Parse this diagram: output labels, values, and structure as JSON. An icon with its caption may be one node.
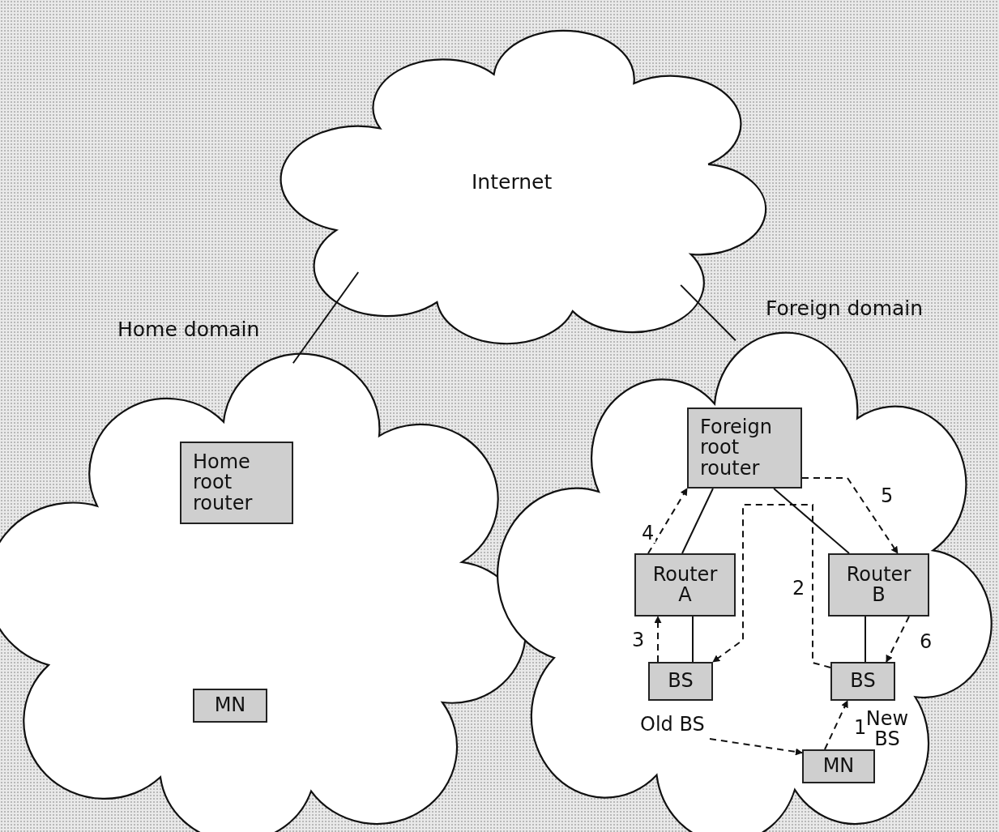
{
  "diagram": {
    "nodes": [
      {
        "text": [
          "Internet"
        ]
      },
      {
        "text": [
          "Home domain"
        ]
      },
      {
        "text": [
          "Home root router"
        ],
        "in": 1
      },
      {
        "text": [
          "MN"
        ],
        "in": 1
      },
      {
        "text": [
          "Foreign domain"
        ]
      },
      {
        "text": [
          "Foreign root router"
        ],
        "in": 4
      },
      {
        "text": [
          "Router A"
        ],
        "in": 4
      },
      {
        "text": [
          "Router B"
        ],
        "in": 4
      },
      {
        "text": [
          "BS"
        ],
        "in": 4
      },
      {
        "text": [
          "BS"
        ],
        "in": 4,
        "beside": [
          "New BS"
        ]
      },
      {
        "text": [
          "MN"
        ],
        "in": 4
      },
      {
        "text": [
          "Old BS"
        ],
        "in": 4
      }
    ],
    "edges": [
      {
        "from": 0,
        "to": 1,
        "arrow": "none"
      },
      {
        "from": 0,
        "to": 4,
        "arrow": "none"
      },
      {
        "from": 5,
        "to": 6,
        "arrow": "none"
      },
      {
        "from": 5,
        "to": 7,
        "arrow": "none"
      },
      {
        "from": 6,
        "to": 8,
        "arrow": "none"
      },
      {
        "from": 7,
        "to": 9,
        "arrow": "none"
      },
      {
        "from": 10,
        "to": 9,
        "arrow": "to",
        "style": "dashed",
        "label": "1"
      },
      {
        "from": 9,
        "to": 8,
        "arrow": "to",
        "style": "dashed",
        "label": "2"
      },
      {
        "from": 8,
        "to": 6,
        "arrow": "to",
        "style": "dashed",
        "label": "3"
      },
      {
        "from": 6,
        "to": 5,
        "arrow": "to",
        "style": "dashed",
        "label": "4"
      },
      {
        "from": 5,
        "to": 7,
        "arrow": "to",
        "style": "dashed",
        "label": "5"
      },
      {
        "from": 7,
        "to": 9,
        "arrow": "to",
        "style": "dashed",
        "label": "6"
      },
      {
        "from": 11,
        "to": 10,
        "arrow": "to",
        "style": "dashed"
      }
    ]
  }
}
